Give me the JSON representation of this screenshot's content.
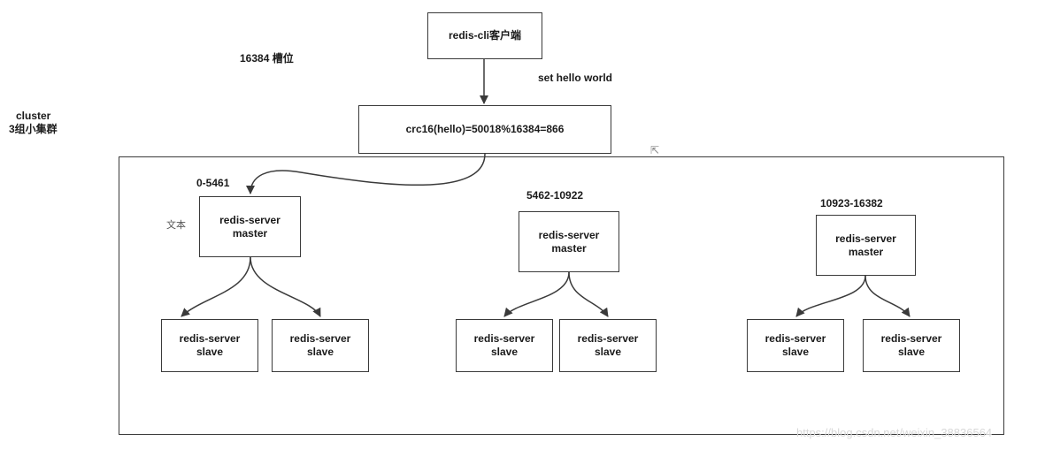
{
  "slots_label": "16384 槽位",
  "cluster_label": {
    "line1": "cluster",
    "line2": "3组小集群"
  },
  "client": {
    "label": "redis-cli客户端"
  },
  "command": "set hello world",
  "hash_formula": "crc16(hello)=50018%16384=866",
  "note_text": "文本",
  "groups": [
    {
      "range": "0-5461",
      "master": {
        "line1": "redis-server",
        "line2": "master"
      },
      "slaves": [
        {
          "line1": "redis-server",
          "line2": "slave"
        },
        {
          "line1": "redis-server",
          "line2": "slave"
        }
      ]
    },
    {
      "range": "5462-10922",
      "master": {
        "line1": "redis-server",
        "line2": "master"
      },
      "slaves": [
        {
          "line1": "redis-server",
          "line2": "slave"
        },
        {
          "line1": "redis-server",
          "line2": "slave"
        }
      ]
    },
    {
      "range": "10923-16382",
      "master": {
        "line1": "redis-server",
        "line2": "master"
      },
      "slaves": [
        {
          "line1": "redis-server",
          "line2": "slave"
        },
        {
          "line1": "redis-server",
          "line2": "slave"
        }
      ]
    }
  ],
  "watermark": "https://blog.csdn.net/weixin_38836564",
  "colors": {
    "stroke": "#3a3a3a",
    "text": "#1a1a1a",
    "watermark": "#d8d8d8"
  }
}
